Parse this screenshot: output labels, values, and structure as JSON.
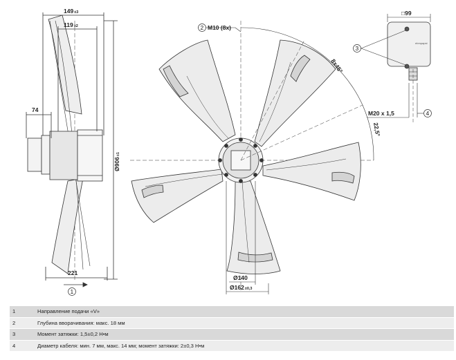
{
  "dimensions": {
    "width_149": "149",
    "width_149_tol": "±3",
    "width_119": "119",
    "width_119_tol": "±2",
    "depth_74": "74",
    "dia_906": "Ø906",
    "dia_906_tol": "±1",
    "depth_221": "221",
    "bolt_thread": "M10 (8x)",
    "angle_8x45": "8x45°",
    "angle_22_5": "22,5°",
    "box_99": "□99",
    "cable_gland": "M20 x 1,5",
    "dia_140": "Ø140",
    "dia_162": "Ø162",
    "dia_162_tol": "±0,3"
  },
  "callouts": [
    "1",
    "2",
    "3",
    "4"
  ],
  "notes": [
    {
      "num": "1",
      "text": "Направление подачи «V»"
    },
    {
      "num": "2",
      "text": "Глубина вворачивания: макс. 18 мм"
    },
    {
      "num": "3",
      "text": "Момент затяжки: 1,5±0,2 Н•м"
    },
    {
      "num": "4",
      "text": "Диаметр кабеля: мин. 7 мм, макс. 14 мм; момент затяжки: 2±0,3 Н•м"
    }
  ],
  "colors": {
    "line": "#333333",
    "blade": "#e8e8e8",
    "row_dark": "#d9d9d9",
    "row_light": "#ededed"
  }
}
